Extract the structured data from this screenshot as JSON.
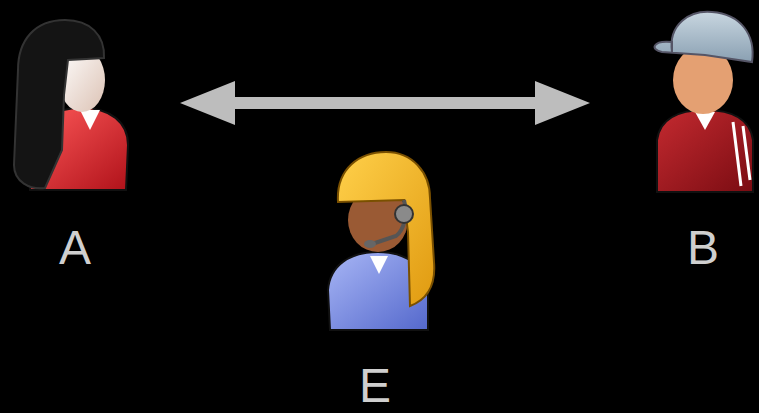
{
  "diagram": {
    "nodes": [
      {
        "text": [
          "A"
        ]
      },
      {
        "text": [
          "B"
        ]
      },
      {
        "text": [
          "E"
        ]
      }
    ],
    "edges": [
      {
        "from": 0,
        "to": 1,
        "arrow": "both"
      }
    ]
  }
}
